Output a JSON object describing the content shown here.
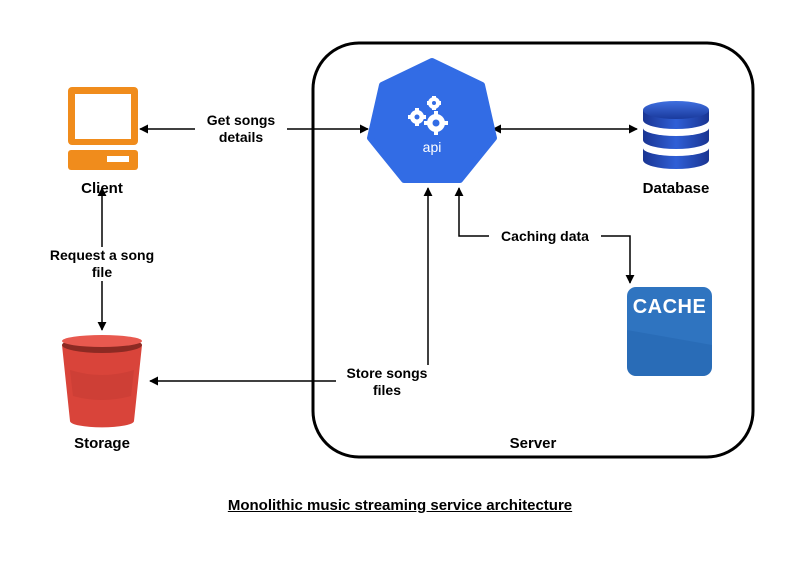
{
  "nodes": {
    "client": "Client",
    "storage": "Storage",
    "database": "Database",
    "server": "Server",
    "api": "api",
    "cache": "CACHE"
  },
  "edges": {
    "get_songs": "Get songs\ndetails",
    "request_song": "Request a song\nfile",
    "store_songs": "Store songs\nfiles",
    "caching": "Caching data"
  },
  "caption": "Monolithic music streaming service architecture",
  "colors": {
    "client": "#f08c1c",
    "api": "#326ce5",
    "database": "#1e3fa8",
    "cache": "#2f74c0",
    "storage": "#d9443a"
  }
}
